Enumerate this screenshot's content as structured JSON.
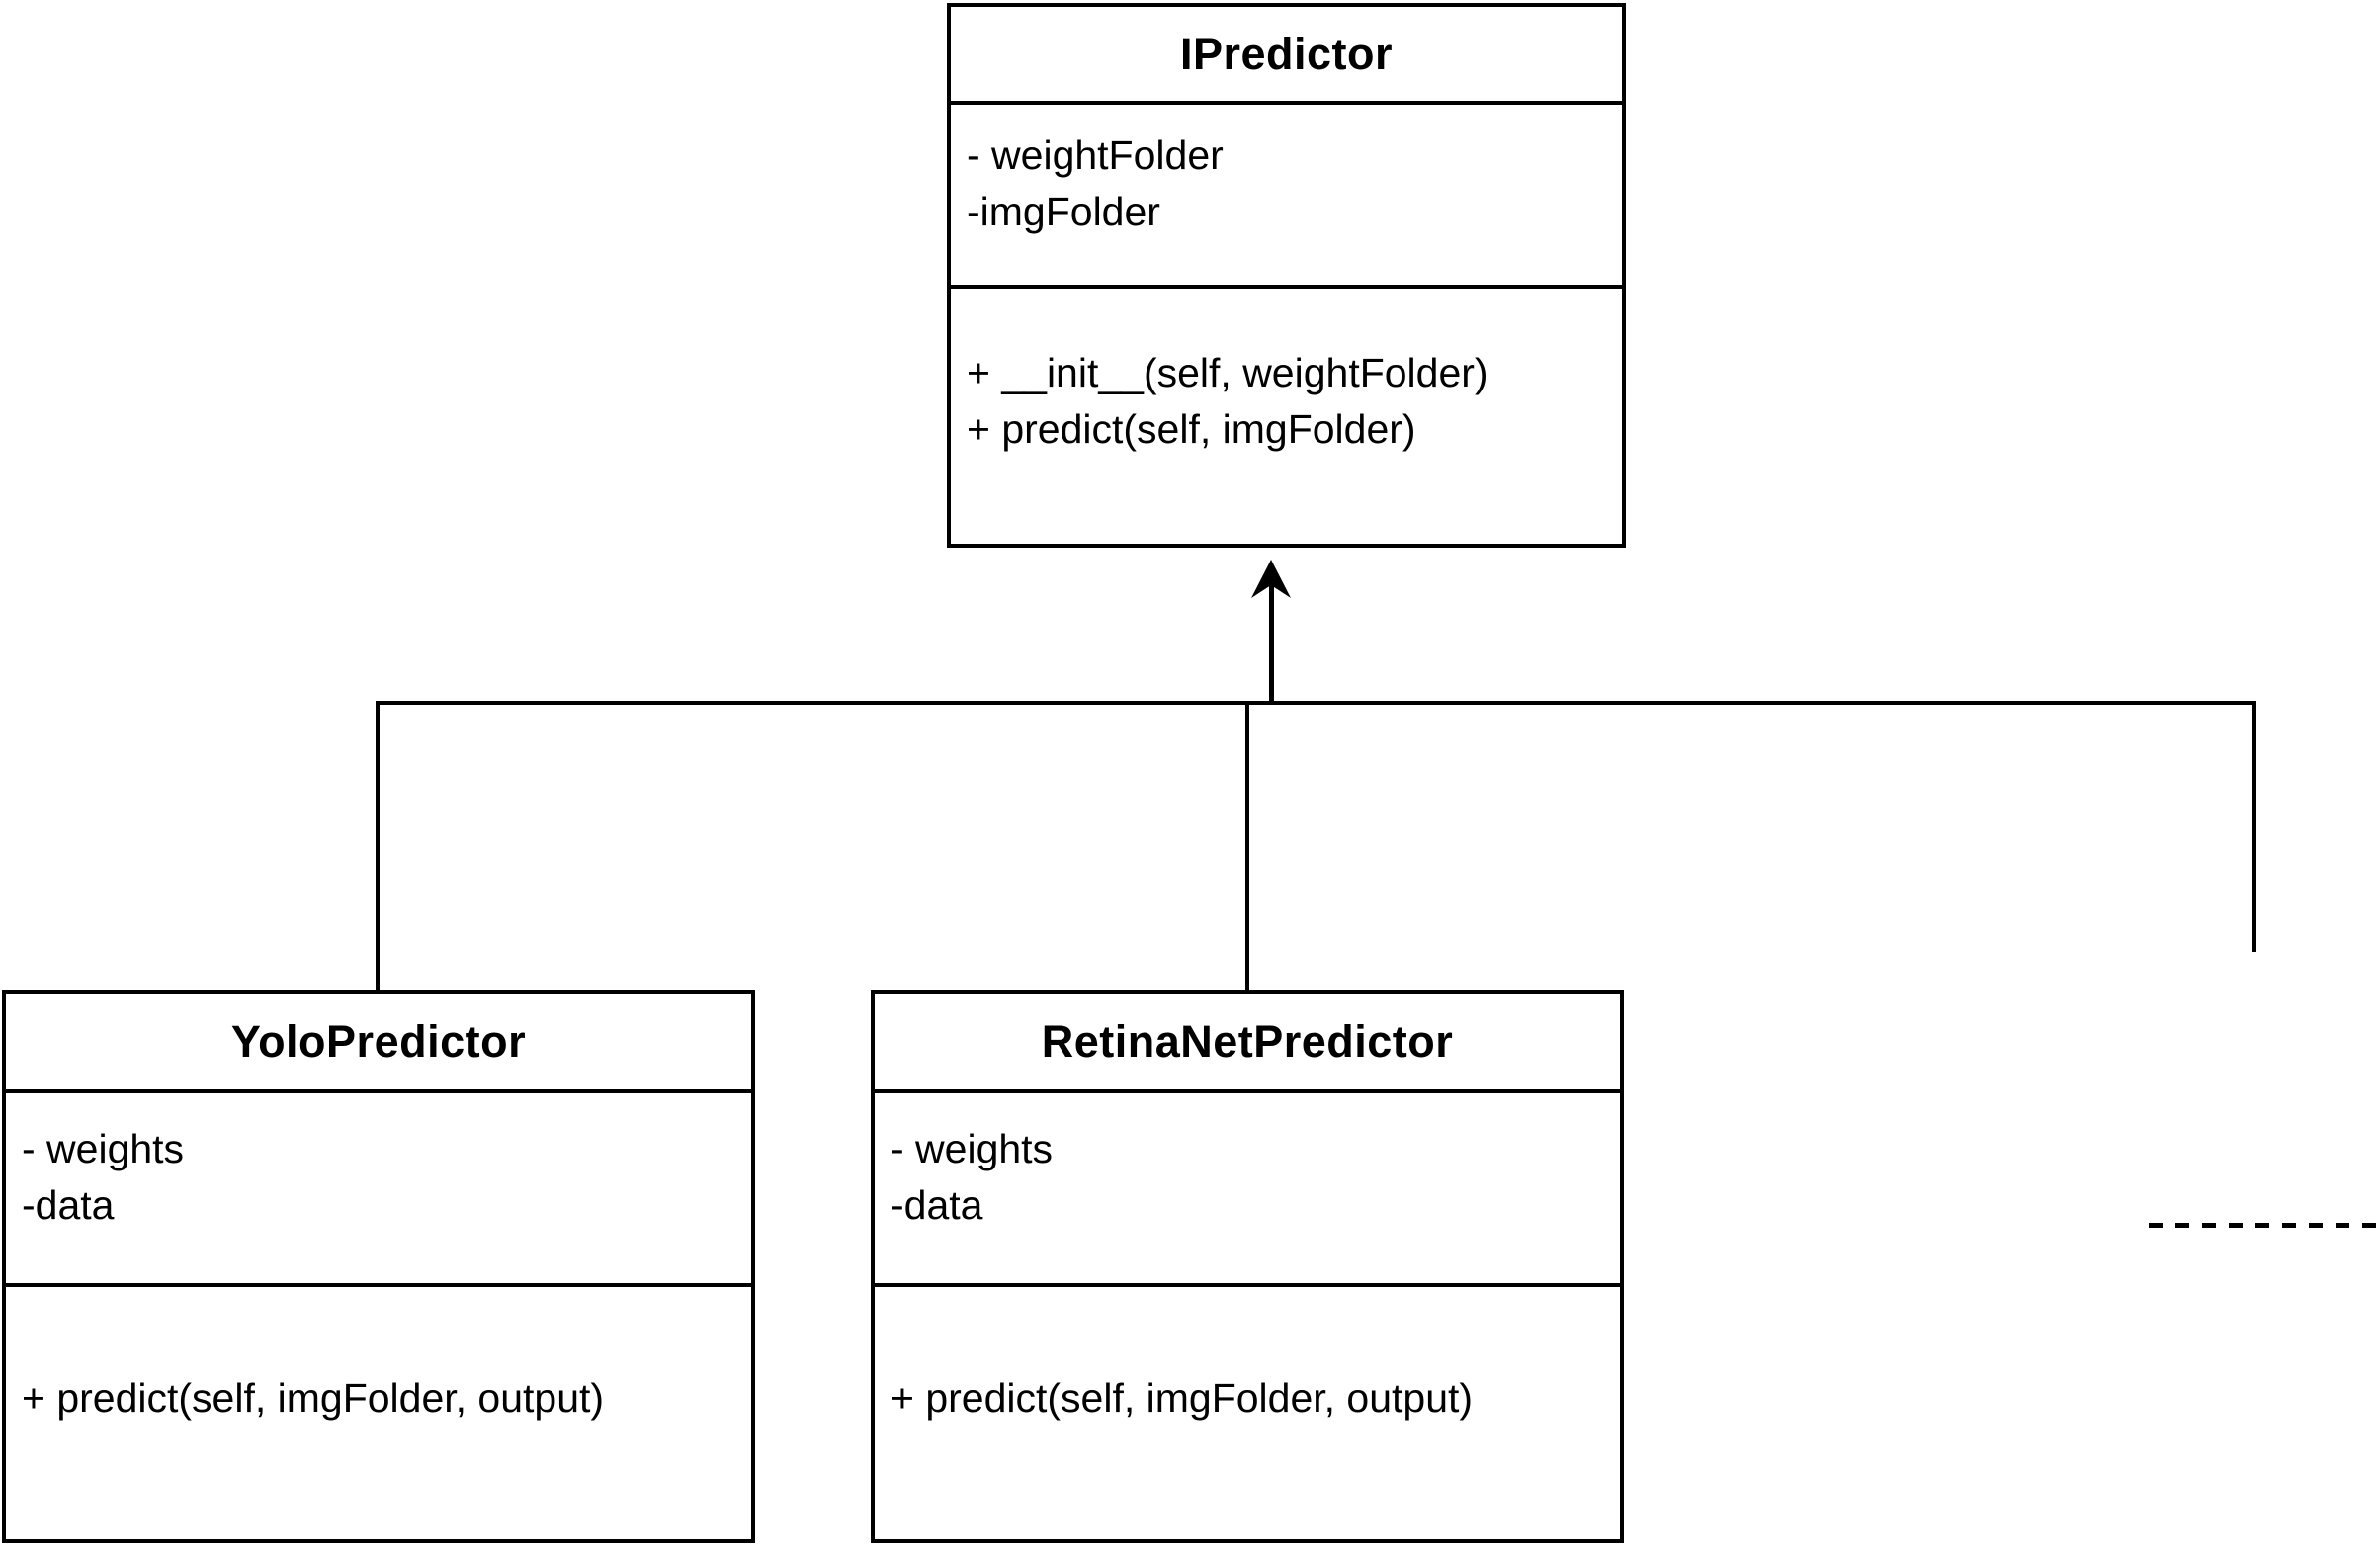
{
  "diagram_type": "uml-class-diagram",
  "colors": {
    "background": "#ffffff",
    "stroke": "#000000",
    "text": "#000000"
  },
  "classes": [
    {
      "name": "IPredictor",
      "attributes": [
        "- weightFolder",
        "-imgFolder"
      ],
      "methods": [
        "+ __init__(self, weightFolder)",
        "+ predict(self, imgFolder)"
      ]
    },
    {
      "name": "YoloPredictor",
      "attributes": [
        "- weights",
        "-data"
      ],
      "methods": [
        "+ predict(self, imgFolder, output)"
      ]
    },
    {
      "name": "RetinaNetPredictor",
      "attributes": [
        "- weights",
        "-data"
      ],
      "methods": [
        "+ predict(self, imgFolder, output)"
      ]
    }
  ],
  "relations": {
    "inheritance": {
      "parent": "IPredictor",
      "children": [
        "YoloPredictor",
        "RetinaNetPredictor"
      ],
      "arrowhead": "filled-black-stealth",
      "line_style": "solid"
    },
    "unfinished_edge": {
      "line_style": "dashed",
      "position": "right-edge, partially off-canvas"
    }
  }
}
